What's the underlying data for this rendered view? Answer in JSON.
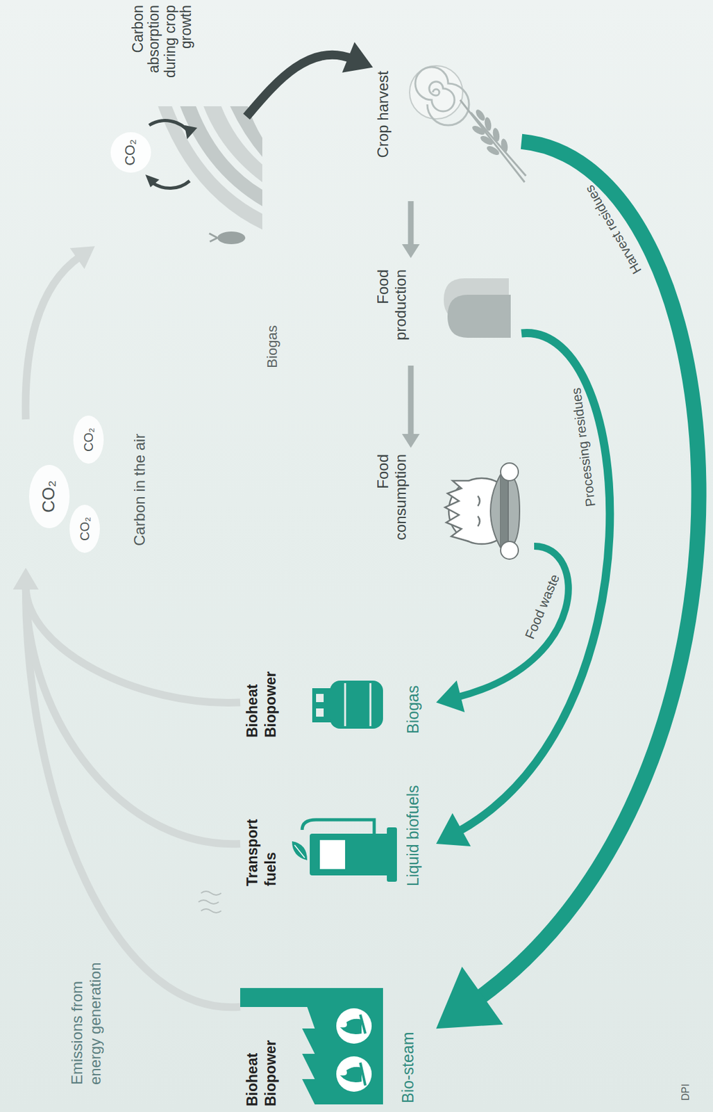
{
  "diagram": {
    "nodes": [
      {
        "text": [
          "Carbon in the air"
        ]
      },
      {
        "text": [
          "Carbon absorption during crop growth"
        ]
      },
      {
        "text": [
          "Crop harvest"
        ]
      },
      {
        "text": [
          "Food production"
        ]
      },
      {
        "text": [
          "Food consumption"
        ]
      },
      {
        "text": [
          "Bioheat Biopower",
          "Bio-steam"
        ]
      },
      {
        "text": [
          "Transport fuels",
          "Liquid biofuels"
        ]
      },
      {
        "text": [
          "Bioheat Biopower",
          "Biogas"
        ]
      }
    ],
    "edges": [
      {
        "from": 0,
        "to": 1,
        "arrow": "to"
      },
      {
        "from": 1,
        "to": 2,
        "arrow": "to"
      },
      {
        "from": 2,
        "to": 3,
        "arrow": "to"
      },
      {
        "from": 3,
        "to": 4,
        "arrow": "to"
      },
      {
        "from": 4,
        "to": 7,
        "label": "Food waste",
        "arrow": "to"
      },
      {
        "from": 3,
        "to": 6,
        "label": "Processing residues",
        "arrow": "to"
      },
      {
        "from": 2,
        "to": 5,
        "label": "Harvest residues",
        "arrow": "to"
      },
      {
        "from": 5,
        "to": 0,
        "arrow": "to"
      },
      {
        "from": 6,
        "to": 0,
        "arrow": "to"
      },
      {
        "from": 7,
        "to": 0,
        "arrow": "to"
      }
    ],
    "labels": [
      "Emissions from energy generation",
      "CO₂",
      "CO₂",
      "CO₂",
      "Biogas",
      "CO₂",
      "DPI"
    ]
  }
}
